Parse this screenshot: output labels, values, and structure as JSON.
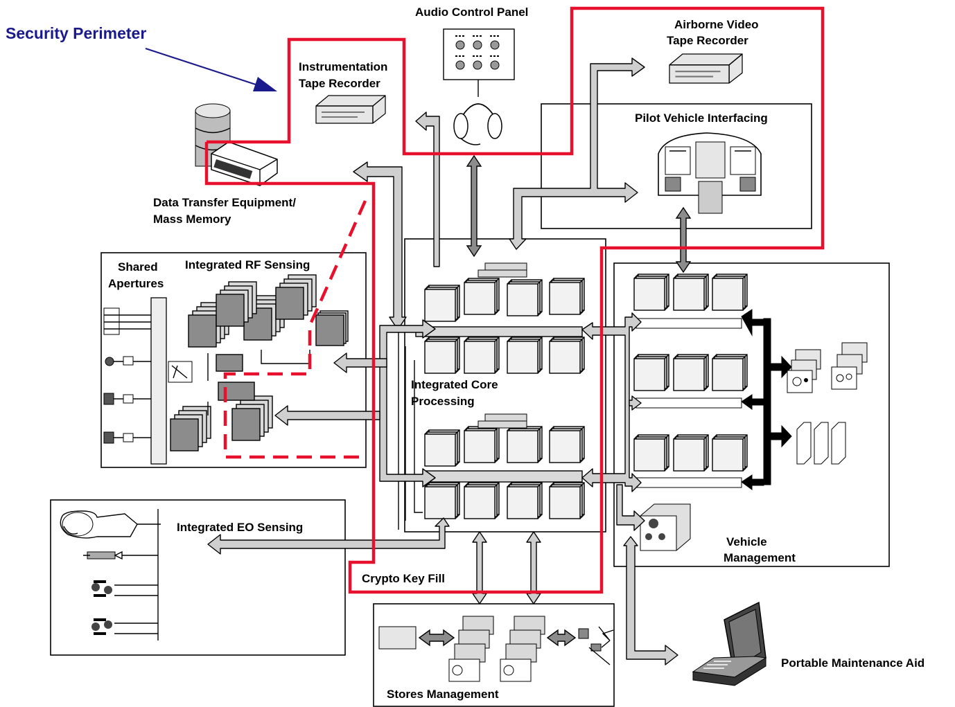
{
  "colors": {
    "perimeter": "#e8112d",
    "security_label": "#1a1a8c",
    "arrow_fill": "#cfcfcf",
    "card_fill": "#d9d9d9",
    "card_dark": "#8c8c8c"
  },
  "labels": {
    "security_perimeter": "Security Perimeter",
    "audio_control_panel": "Audio Control Panel",
    "airborne_video_l1": "Airborne Video",
    "airborne_video_l2": "Tape Recorder",
    "instrumentation_l1": "Instrumentation",
    "instrumentation_l2": "Tape Recorder",
    "pilot_vehicle": "Pilot Vehicle Interfacing",
    "data_transfer_l1": "Data Transfer Equipment/",
    "data_transfer_l2": "Mass Memory",
    "shared_apertures_l1": "Shared",
    "shared_apertures_l2": "Apertures",
    "integrated_rf": "Integrated RF Sensing",
    "integrated_core_l1": "Integrated Core",
    "integrated_core_l2": "Processing",
    "integrated_eo": "Integrated EO Sensing",
    "crypto_key_fill": "Crypto Key Fill",
    "vehicle_mgmt_l1": "Vehicle",
    "vehicle_mgmt_l2": "Management",
    "stores_mgmt": "Stores Management",
    "portable_maintenance": "Portable Maintenance Aid"
  },
  "icons": [
    "audio-panel-icon",
    "headset-icon",
    "tape-recorder-icon",
    "database-icon",
    "data-transfer-cartridge-icon",
    "cockpit-display-icon",
    "circuit-card-icon",
    "aperture-icon",
    "actuator-icon",
    "laptop-icon",
    "eo-sensor-icon"
  ]
}
